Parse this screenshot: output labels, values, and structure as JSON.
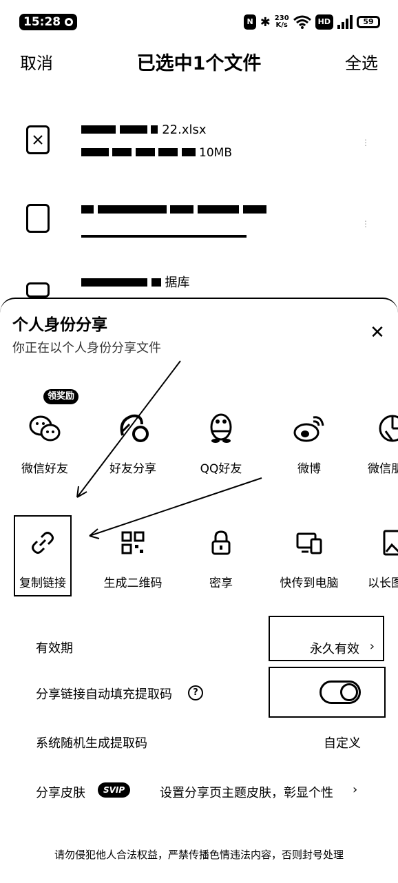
{
  "status_bar": {
    "time": "15:28",
    "net_speed_top": "230",
    "net_speed_bottom": "K/s",
    "hd_label": "HD",
    "battery": "59"
  },
  "header": {
    "cancel_label": "取消",
    "title": "已选中1个文件",
    "select_all_label": "全选"
  },
  "files": [
    {
      "name_suffix": "22.xlsx",
      "meta_suffix": "10MB"
    },
    {
      "name_suffix": "",
      "meta_suffix": ""
    },
    {
      "name_suffix": "据库",
      "meta_suffix": ""
    }
  ],
  "share_sheet": {
    "title": "个人身份分享",
    "subtitle": "你正在以个人身份分享文件",
    "reward_badge": "领奖励",
    "row1": [
      {
        "label": "微信好友",
        "icon": "wechat-icon"
      },
      {
        "label": "好友分享",
        "icon": "friend-share-icon"
      },
      {
        "label": "QQ好友",
        "icon": "qq-icon"
      },
      {
        "label": "微博",
        "icon": "weibo-icon"
      },
      {
        "label": "微信朋",
        "icon": "moments-icon"
      }
    ],
    "row2": [
      {
        "label": "复制链接",
        "icon": "link-icon"
      },
      {
        "label": "生成二维码",
        "icon": "qrcode-icon"
      },
      {
        "label": "密享",
        "icon": "lock-icon"
      },
      {
        "label": "快传到电脑",
        "icon": "computer-icon"
      },
      {
        "label": "以长图",
        "icon": "long-image-icon"
      }
    ],
    "settings": {
      "validity_label": "有效期",
      "validity_value": "永久有效",
      "autofill_label": "分享链接自动填充提取码",
      "autofill_help": "?",
      "random_code_label": "系统随机生成提取码",
      "random_code_value": "自定义",
      "skin_label": "分享皮肤",
      "skin_badge": "SVIP",
      "skin_value": "设置分享页主题皮肤，彰显个性"
    },
    "footer": "请勿侵犯他人合法权益，严禁传播色情违法内容，否则封号处理"
  }
}
